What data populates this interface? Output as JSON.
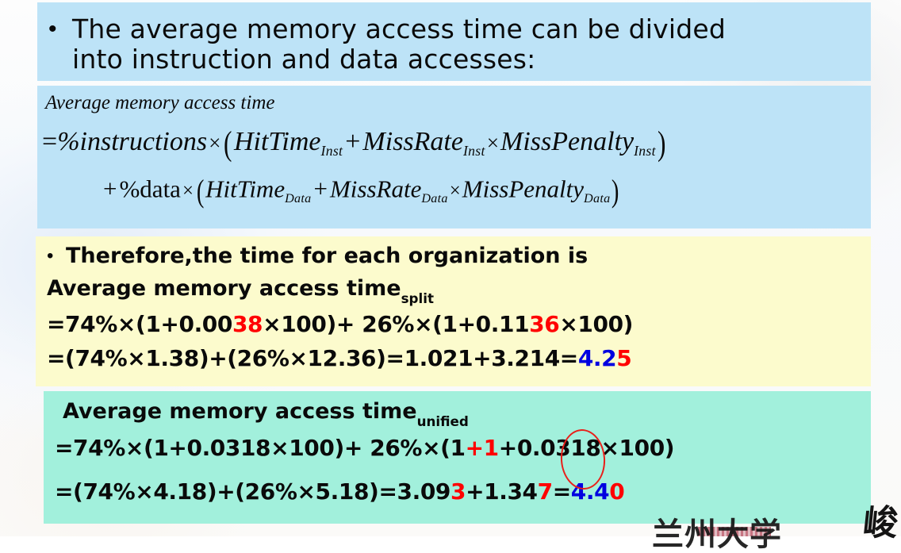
{
  "slide": {
    "colors": {
      "blue_box": "#bde3f7",
      "yellow_box": "#fcfbcd",
      "green_box": "#a2f0dc",
      "text": "#0a0a0a",
      "accent_red": "#ff0000",
      "accent_blue": "#0000e0",
      "annotation_circle": "#e8201a"
    }
  },
  "bullet": {
    "marker": "•",
    "line1": "The average memory access time can be divided",
    "line2": "into instruction and data accesses:"
  },
  "formula": {
    "title": "Average memory access time",
    "line1": {
      "equals": "=",
      "percent_instructions": "%instructions",
      "mult": "×",
      "open": "(",
      "hit_time": "HitTime",
      "hit_time_sub": "Inst",
      "plus": "+",
      "miss_rate": "MissRate",
      "miss_rate_sub": "Inst",
      "mult2": "×",
      "miss_penalty": "MissPenalty",
      "miss_penalty_sub": "Inst",
      "close": ")"
    },
    "line2": {
      "plus": "+",
      "percent_data": "%data",
      "mult": "×",
      "open": "(",
      "hit_time": "HitTime",
      "hit_time_sub": "Data",
      "plus2": "+",
      "miss_rate": "MissRate",
      "miss_rate_sub": "Data",
      "mult2": "×",
      "miss_penalty": "MissPenalty",
      "miss_penalty_sub": "Data",
      "close": ")"
    }
  },
  "split": {
    "marker": "•",
    "intro": "Therefore,the time for each organization is",
    "label": "Average memory access time",
    "label_sub": "split",
    "line1": {
      "a": "=74%×(1+0.00",
      "red1": "38",
      "b": "×100)+ 26%×(1+0.11",
      "red2": "36",
      "c": "×100)"
    },
    "line2": {
      "a": "=(74%×1.38)+(26%×12.36)=1.021+3.214=",
      "blue1": "4.2",
      "red1": "5"
    }
  },
  "unified": {
    "label": "Average memory access time",
    "label_sub": "unified",
    "line1": {
      "a": "=74%×(1+0.0318×100)+ 26%×(1",
      "red1": "+1",
      "b": "+0.0318×100)"
    },
    "line2": {
      "a": "=(74%×4.18)+(26%×5.18)=3.09",
      "red1": "3",
      "b": "+1.34",
      "red2": "7",
      "c": "=",
      "blue1": "4.4",
      "red3": "0"
    }
  },
  "watermark": {
    "logo": "峻",
    "faint_text": "兰州大学"
  }
}
